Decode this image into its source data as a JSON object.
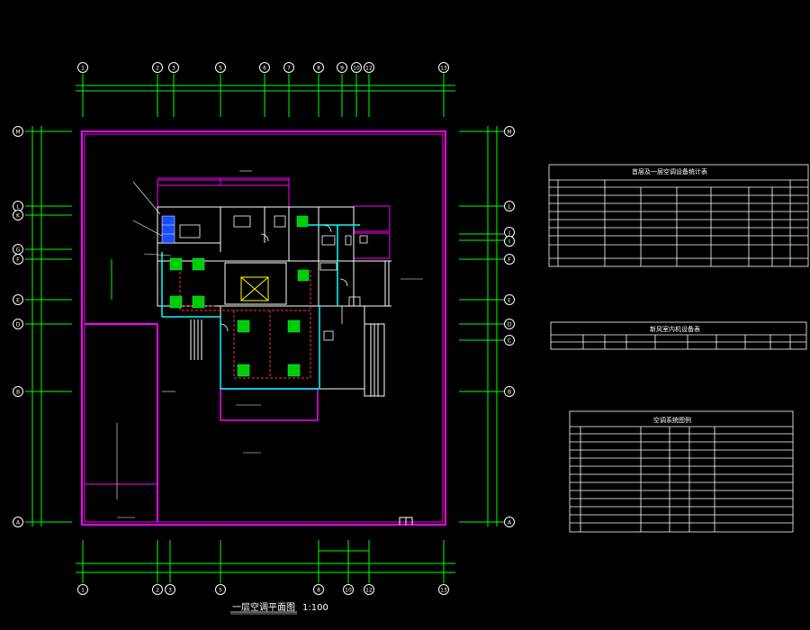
{
  "drawing": {
    "title": "一层空调平面图",
    "scale": "1:100"
  },
  "grid_labels": {
    "top": [
      "1",
      "2",
      "3",
      "5",
      "6",
      "7",
      "8",
      "9",
      "10",
      "12",
      "13"
    ],
    "bottom": [
      "1",
      "2",
      "3",
      "5",
      "8",
      "10",
      "12",
      "13"
    ],
    "left": [
      "M",
      "L",
      "K",
      "G",
      "F",
      "E",
      "D",
      "B",
      "A"
    ],
    "right": [
      "M",
      "L",
      "J",
      "I",
      "F",
      "E",
      "D",
      "C",
      "B",
      "A"
    ]
  },
  "tables": {
    "equipment_title": "首层及一层空调设备统计表",
    "terminal_title": "新风室内机设备表",
    "legend_title": "空调系统图例"
  },
  "colors": {
    "background": "#000000",
    "grid": "#00ff00",
    "wall": "#ff00ff",
    "equipment": "#00cc00",
    "duct": "#ffffff",
    "pipe": "#ff3333",
    "grid_circle": "#ffffff",
    "accent": "#00ffff"
  }
}
